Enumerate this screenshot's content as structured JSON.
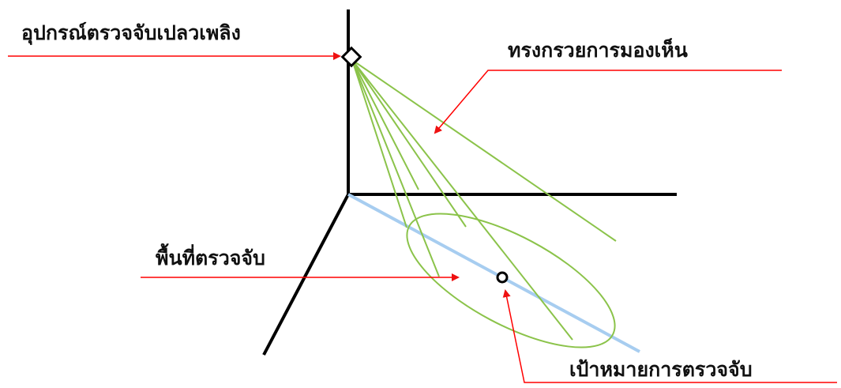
{
  "diagram": {
    "labels": {
      "detector": "อุปกรณ์ตรวจจับเปลวเพลิง",
      "cone": "ทรงกรวยการมองเห็น",
      "area": "พื้นที่ตรวจจับ",
      "target": "เป้าหมายการตรวจจับ"
    },
    "colors": {
      "axis": "#000000",
      "cone_lines": "#8bc34a",
      "center_line": "#a7cdf0",
      "callout_line": "#ff0000",
      "arrow_head": "#ee1111",
      "detection_area": "#8bc34a"
    }
  }
}
